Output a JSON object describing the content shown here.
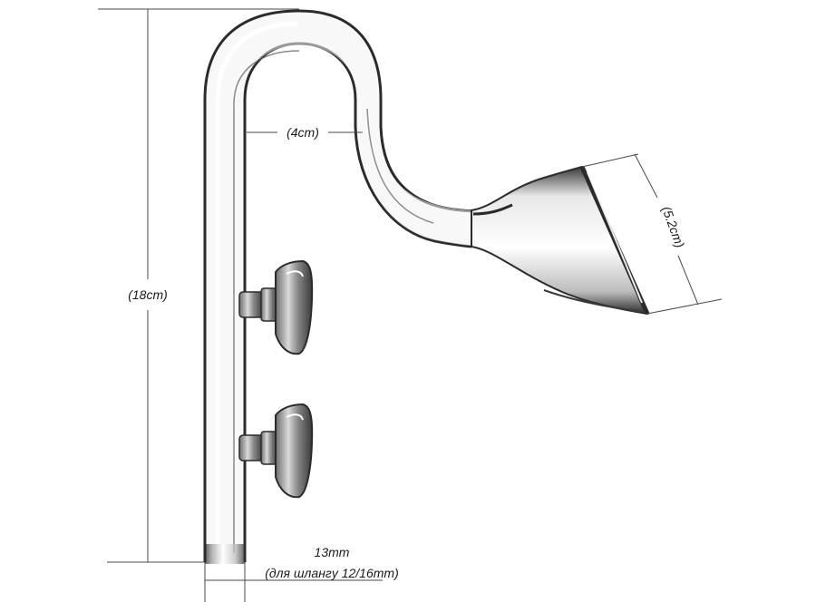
{
  "dimensions": {
    "height_label": "(18cm)",
    "bend_width_label": "(4cm)",
    "inlet_diameter_label": "(5.2cm)",
    "tube_diameter_label": "13mm",
    "hose_note_label": "(для шлангу 12/16mm)"
  },
  "colors": {
    "background": "#ffffff",
    "glass_edge": "#2b2b2b",
    "glass_highlight": "#f4f4f4",
    "dimension_line": "#4a4a4a"
  },
  "icons": [
    "suction-cup-icon"
  ]
}
